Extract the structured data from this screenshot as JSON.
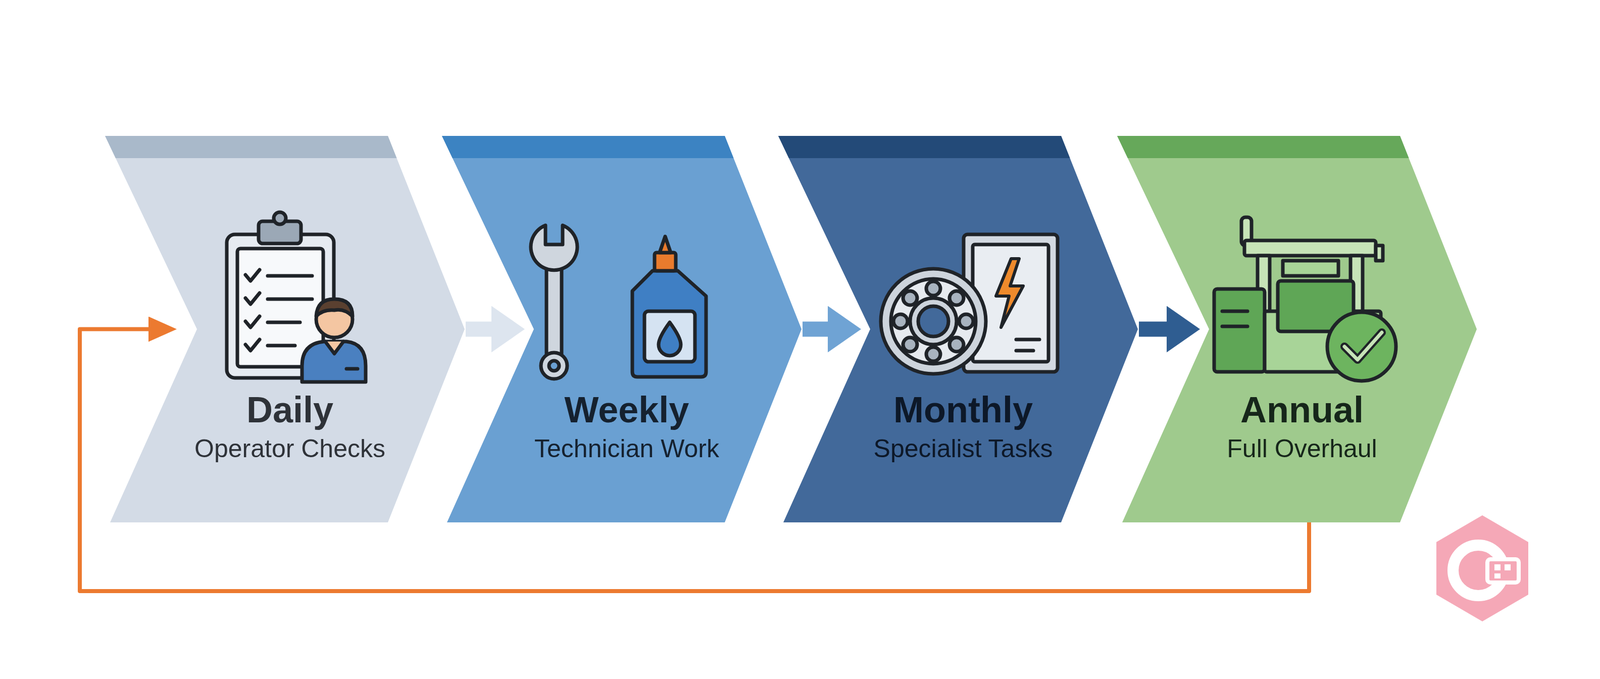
{
  "diagram": {
    "nodes": [
      {
        "text": [
          "Daily",
          "Operator Checks"
        ]
      },
      {
        "text": [
          "Weekly",
          "Technician Work"
        ]
      },
      {
        "text": [
          "Monthly",
          "Specialist Tasks"
        ]
      },
      {
        "text": [
          "Annual",
          "Full Overhaul"
        ]
      }
    ],
    "edges": [
      {
        "from": 0,
        "to": 1,
        "arrow": "to"
      },
      {
        "from": 1,
        "to": 2,
        "arrow": "to"
      },
      {
        "from": 2,
        "to": 3,
        "arrow": "to"
      },
      {
        "from": 3,
        "to": 0,
        "arrow": "to"
      }
    ]
  }
}
